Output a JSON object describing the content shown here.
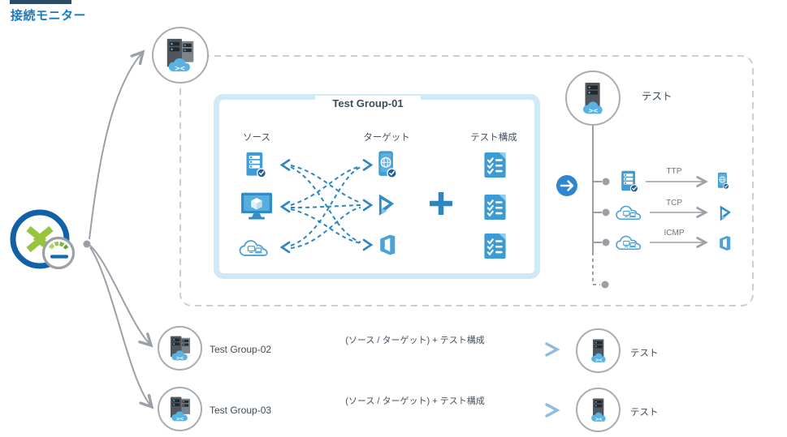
{
  "title": "接続モニター",
  "group1": {
    "panel_title": "Test Group-01",
    "source_header": "ソース",
    "target_header": "ターゲット",
    "config_header": "テスト構成"
  },
  "test_node": {
    "label": "テスト"
  },
  "protocols": [
    {
      "name": "TTP"
    },
    {
      "name": "TCP"
    },
    {
      "name": "ICMP"
    }
  ],
  "group_rows": [
    {
      "label": "Test Group-02",
      "arrow_label": "(ソース / ターゲット) + テスト構成",
      "test_label": "テスト"
    },
    {
      "label": "Test Group-03",
      "arrow_label": "(ソース / ターゲット) + テスト構成",
      "test_label": "テスト"
    }
  ],
  "icons": {
    "hub": "connection-monitor-gauge-icon",
    "group_node": "server-cluster-cloud-rdp-icon",
    "test_node": "server-cloud-rdp-icon",
    "sources": [
      "server-check-icon",
      "vm-monitor-icon",
      "cloud-devices-icon"
    ],
    "targets": [
      "mobile-app-globe-icon",
      "dynamics-icon",
      "office-icon"
    ],
    "config": "test-configuration-checklist-icon"
  },
  "colors": {
    "title_blue": "#1779be",
    "icon_blue": "#3f9cd4",
    "panel_border": "#cfe9f7",
    "line_gray": "#9aa0a6",
    "mesh_blue": "#2e86c1",
    "gauge_green": "#8cc24f"
  }
}
